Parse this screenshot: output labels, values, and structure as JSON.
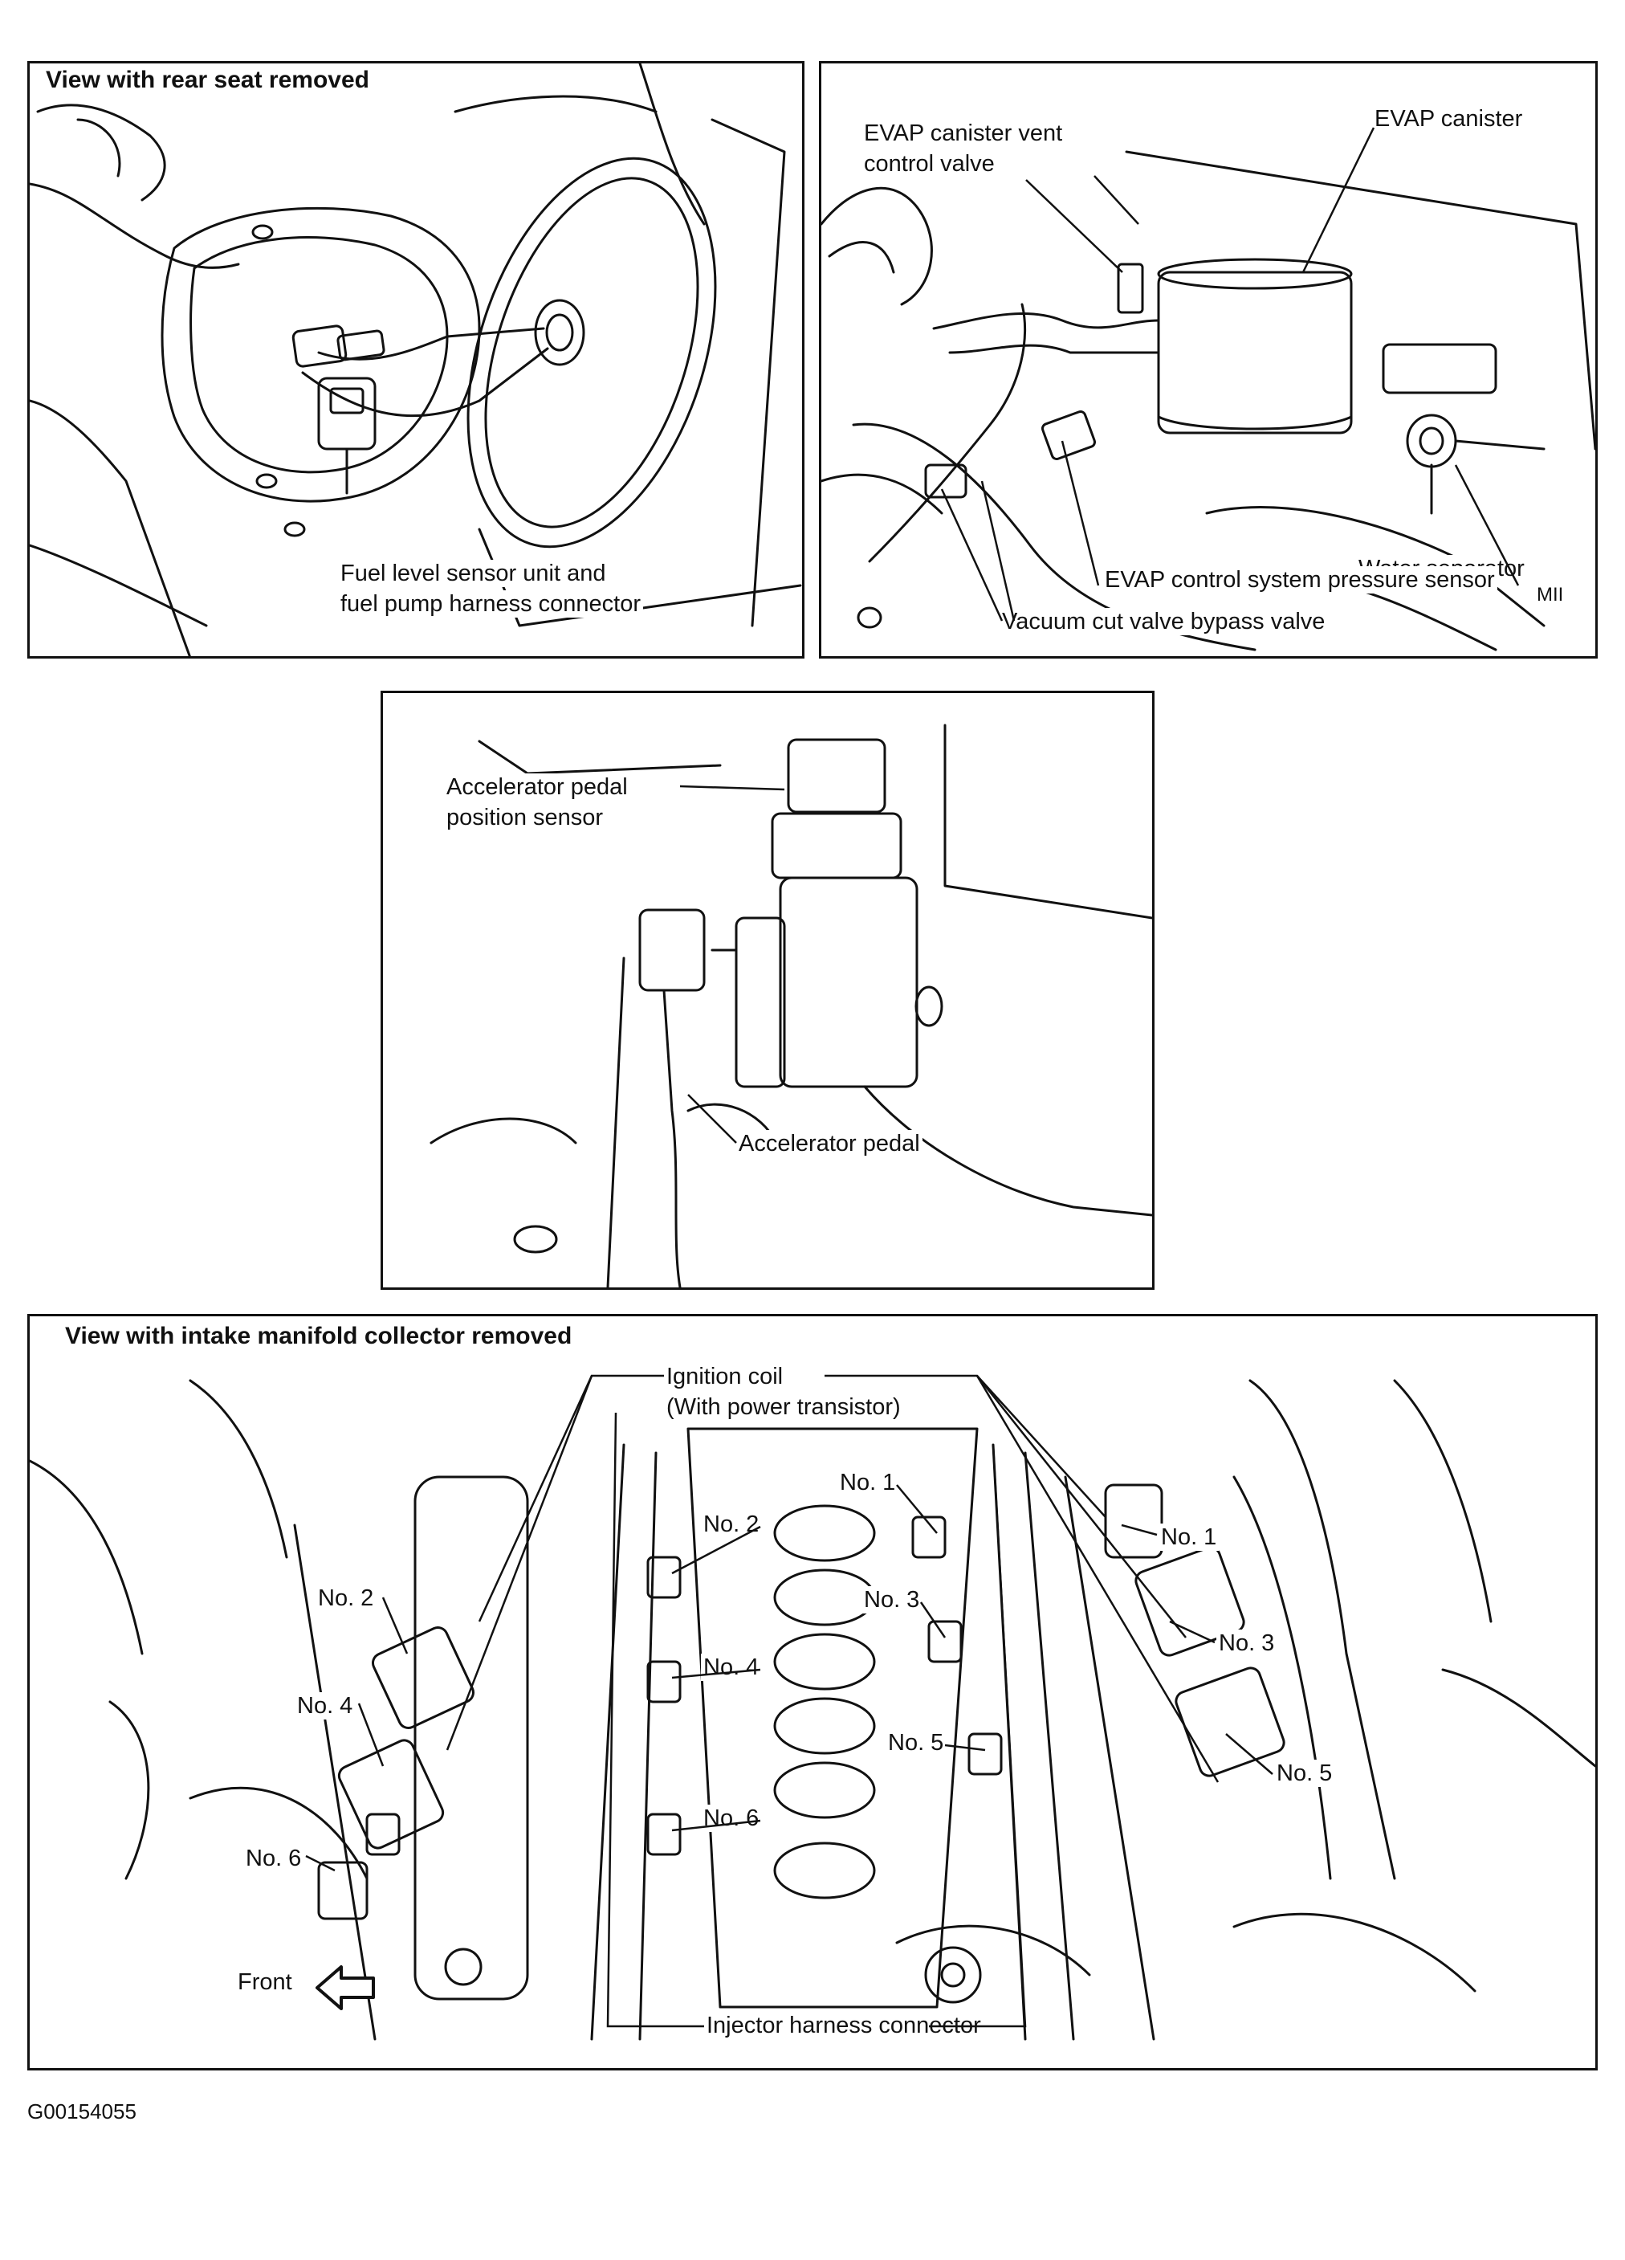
{
  "panels": {
    "rear_seat": {
      "title": "View with rear seat removed",
      "fuel_level_sensor": "Fuel level sensor unit and",
      "fuel_pump_connector": "fuel pump harness connector"
    },
    "evap": {
      "vent_valve_1": "EVAP canister vent",
      "vent_valve_2": "control valve",
      "canister": "EVAP canister",
      "water_separator": "Water separator",
      "pressure_sensor": "EVAP control system pressure sensor",
      "vacuum_cut_valve": "Vacuum cut valve bypass valve",
      "mark": "MII"
    },
    "pedal": {
      "app_sensor_1": "Accelerator pedal",
      "app_sensor_2": "position sensor",
      "pedal": "Accelerator pedal"
    },
    "intake": {
      "title": "View with intake manifold collector removed",
      "ignition_coil_1": "Ignition coil",
      "ignition_coil_2": "(With power transistor)",
      "injector_connector": "Injector harness connector",
      "front": "Front",
      "no1_center": "No. 1",
      "no2_center": "No. 2",
      "no3_center": "No. 3",
      "no4_center": "No. 4",
      "no5_center": "No. 5",
      "no6_center": "No. 6",
      "no1_right": "No. 1",
      "no3_right": "No. 3",
      "no5_right": "No. 5",
      "no2_left": "No. 2",
      "no4_left": "No. 4",
      "no6_left": "No. 6"
    }
  },
  "figure_code": "G00154055"
}
